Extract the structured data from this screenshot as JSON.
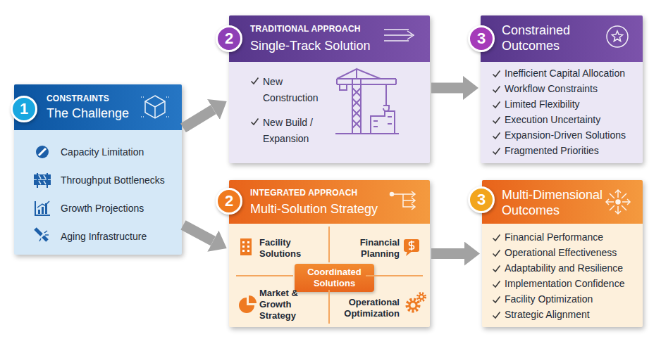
{
  "diagram": {
    "nodes": [
      {
        "text": [
          "1",
          "CONSTRAINTS",
          "The Challenge",
          "Capacity Limitation",
          "Throughput Bottlenecks",
          "Growth Projections",
          "Aging Infrastructure"
        ]
      },
      {
        "text": [
          "2",
          "TRADITIONAL APPROACH",
          "Single-Track Solution",
          "New Construction",
          "New Build / Expansion"
        ]
      },
      {
        "text": [
          "3",
          "Constrained Outcomes",
          "Inefficient Capital Allocation",
          "Workflow Constraints",
          "Limited Flexibility",
          "Execution Uncertainty",
          "Expansion-Driven Solutions",
          "Fragmented Priorities"
        ]
      },
      {
        "text": [
          "2",
          "INTEGRATED APPROACH",
          "Multi-Solution Strategy",
          "Facility Solutions",
          "Financial Planning",
          "Market & Growth Strategy",
          "Operational Optimization"
        ]
      },
      {
        "text": [
          "Coordinated Solutions"
        ],
        "in": 3
      },
      {
        "text": [
          "3",
          "Multi-Dimensional Outcomes",
          "Financial Performance",
          "Operational Effectiveness",
          "Adaptability and Resilience",
          "Implementation Confidence",
          "Facility Optimization",
          "Strategic Alignment"
        ]
      }
    ],
    "edges": [
      {
        "from": 0,
        "to": 1,
        "arrow": "to"
      },
      {
        "from": 0,
        "to": 3,
        "arrow": "to"
      },
      {
        "from": 1,
        "to": 2,
        "arrow": "to"
      },
      {
        "from": 3,
        "to": 5,
        "arrow": "to"
      }
    ]
  }
}
